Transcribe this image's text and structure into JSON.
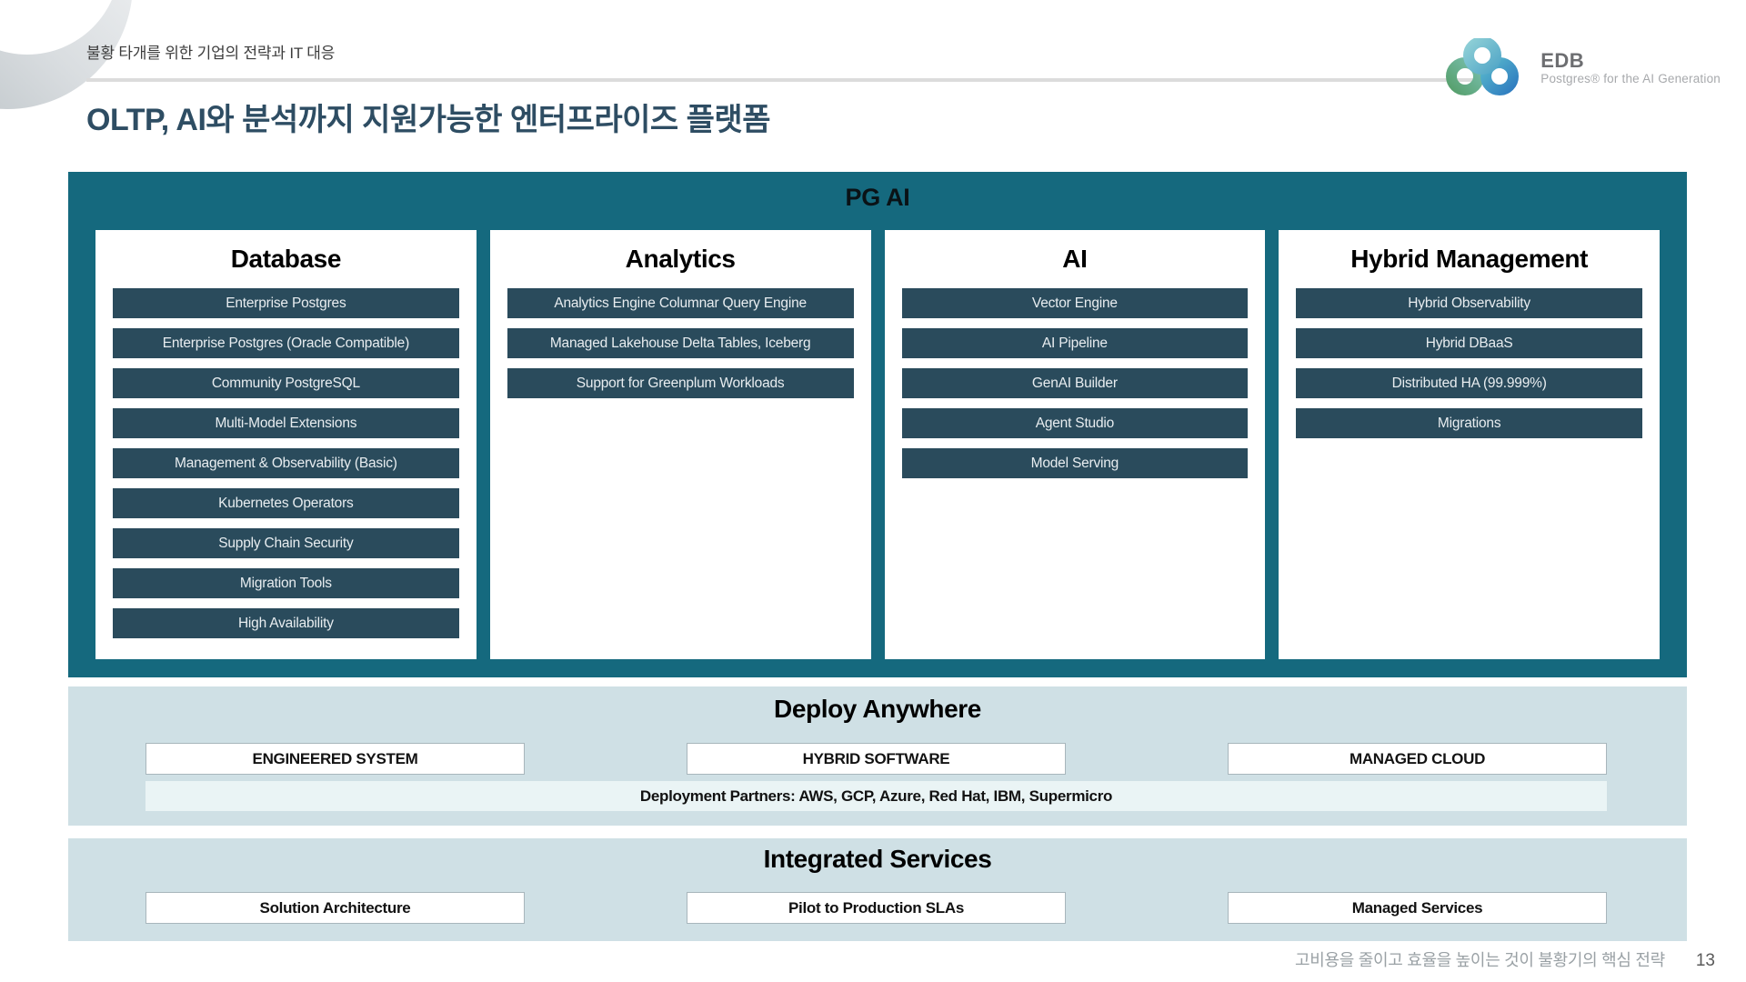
{
  "page": {
    "eyebrow": "불황 타개를 위한 기업의 전략과 IT 대응",
    "title": "OLTP, AI와 분석까지 지원가능한 엔터프라이즈 플랫폼",
    "footer_note": "고비용을 줄이고 효율을 높이는 것이 불황기의 핵심 전략",
    "page_number": "13"
  },
  "logo": {
    "name": "EDB",
    "tagline": "Postgres® for the AI Generation"
  },
  "platform": {
    "label": "PG AI",
    "columns": [
      {
        "title": "Database",
        "items": [
          "Enterprise Postgres",
          "Enterprise Postgres (Oracle Compatible)",
          "Community PostgreSQL",
          "Multi-Model Extensions",
          "Management & Observability (Basic)",
          "Kubernetes Operators",
          "Supply Chain Security",
          "Migration Tools",
          "High Availability"
        ]
      },
      {
        "title": "Analytics",
        "items": [
          "Analytics Engine Columnar Query Engine",
          "Managed Lakehouse Delta Tables, Iceberg",
          "Support for Greenplum Workloads"
        ]
      },
      {
        "title": "AI",
        "items": [
          "Vector Engine",
          "AI Pipeline",
          "GenAI Builder",
          "Agent Studio",
          "Model Serving"
        ]
      },
      {
        "title": "Hybrid Management",
        "items": [
          "Hybrid Observability",
          "Hybrid DBaaS",
          "Distributed HA (99.999%)",
          "Migrations"
        ]
      }
    ]
  },
  "deploy": {
    "title": "Deploy Anywhere",
    "options": [
      "ENGINEERED SYSTEM",
      "HYBRID SOFTWARE",
      "MANAGED CLOUD"
    ],
    "partners": "Deployment Partners: AWS, GCP, Azure, Red Hat, IBM, Supermicro"
  },
  "services": {
    "title": "Integrated Services",
    "options": [
      "Solution Architecture",
      "Pilot to Production SLAs",
      "Managed Services"
    ]
  },
  "colors": {
    "teal_panel": "#15697e",
    "capability_chip": "#2a4b5c",
    "light_panel": "#cfe0e5",
    "partners_bar": "#eaf4f5",
    "title_text": "#2e4d63"
  }
}
